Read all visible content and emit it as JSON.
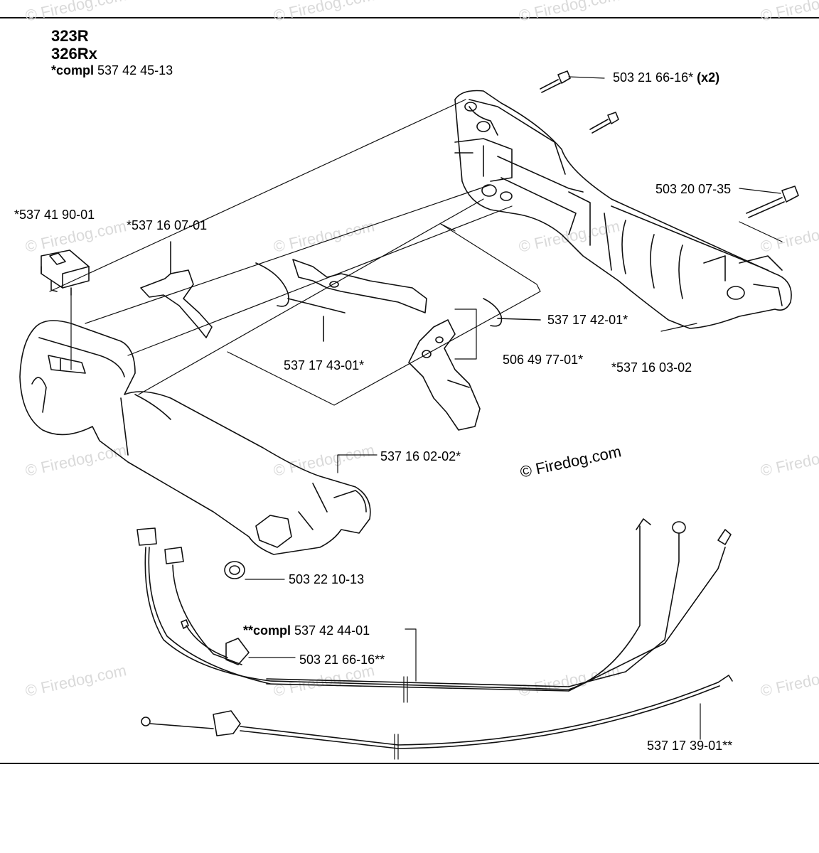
{
  "header": {
    "models": [
      "323R",
      "326Rx"
    ],
    "compl_prefix": "*compl",
    "compl_number": "537 42 45-13"
  },
  "labels": {
    "screw_top": "503 21 66-16*",
    "screw_top_qty": "(x2)",
    "screw_right": "503 20 07-35",
    "switch": "*537 41 90-01",
    "lockout": "*537 16 07-01",
    "spring_right": "537 17 42-01*",
    "trigger": "506 49 77-01*",
    "handle_half": "*537 16 03-02",
    "spring_left": "537 17 43-01*",
    "handle_main": "537 16 02-02*",
    "nut": "503 22 10-13",
    "harness_prefix": "**compl",
    "harness_number": "537 42 44-01",
    "screw_harness": "503 21 66-16**",
    "throttle_cable": "537 17 39-01**"
  },
  "watermark": {
    "text": "© Firedog.com",
    "center_text": "© Firedog.com"
  }
}
